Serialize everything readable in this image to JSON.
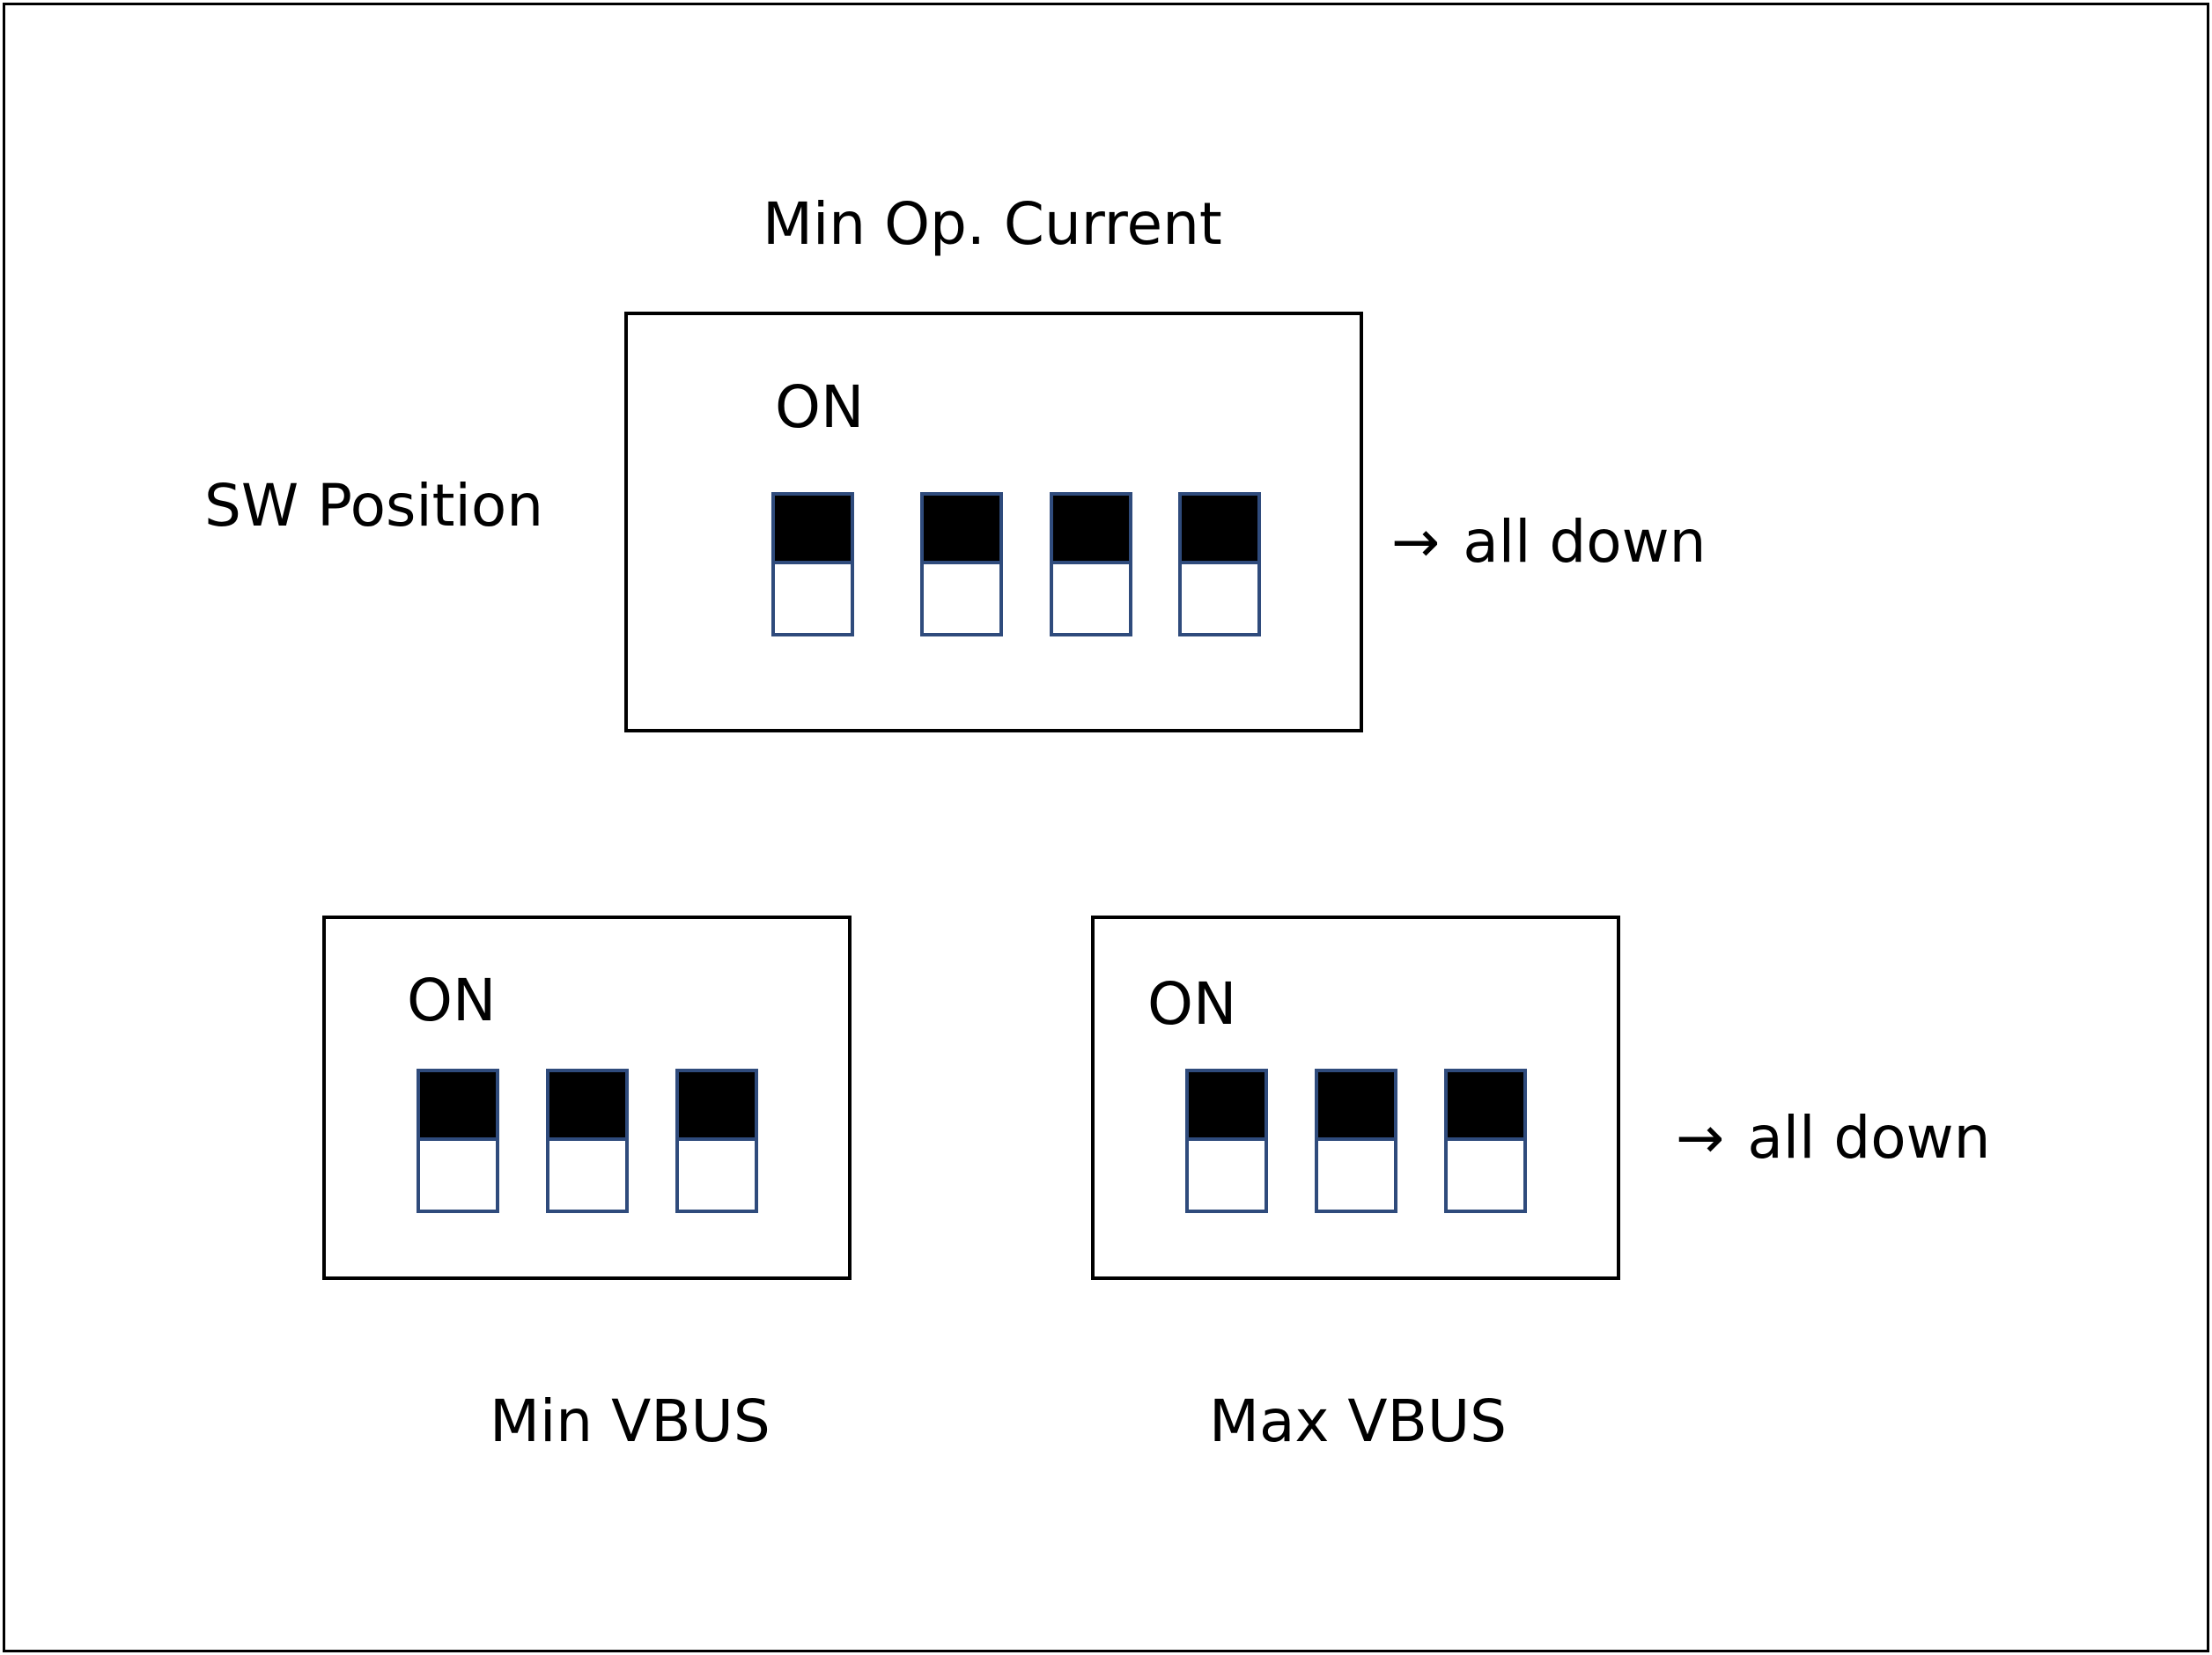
{
  "title": "Min Op. Current",
  "row_label": "SW Position",
  "panels": {
    "top": {
      "on_label": "ON",
      "note": "all down",
      "note_arrow": "→",
      "switch_count": 4,
      "switch_state": "down"
    },
    "bottom_left": {
      "on_label": "ON",
      "caption": "Min VBUS",
      "switch_count": 3,
      "switch_state": "down"
    },
    "bottom_right": {
      "on_label": "ON",
      "caption": "Max VBUS",
      "note": "all down",
      "note_arrow": "→",
      "switch_count": 3,
      "switch_state": "down"
    }
  },
  "colors": {
    "knob": "#000000",
    "switch_outline": "#2f4b7c",
    "panel_border": "#000000"
  }
}
